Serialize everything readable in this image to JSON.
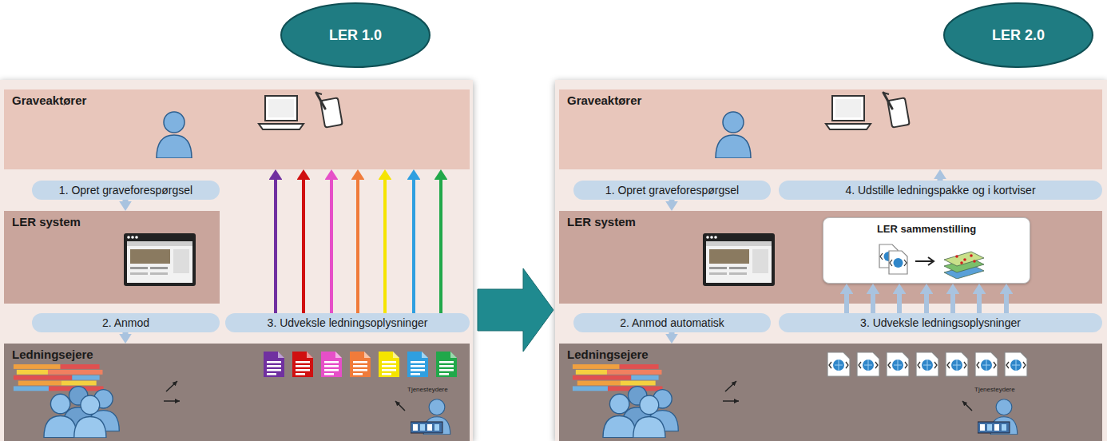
{
  "diagram": {
    "nodes": [
      {
        "text": [
          "LER 1.0"
        ]
      },
      {
        "text": [
          "Graveaktører"
        ]
      },
      {
        "text": [
          "1. Opret graveforespørgsel"
        ]
      },
      {
        "text": [
          "LER system"
        ]
      },
      {
        "text": [
          "2. Anmod"
        ]
      },
      {
        "text": [
          "3. Udveksle ledningsoplysninger"
        ]
      },
      {
        "text": [
          "Ledningsejere"
        ]
      },
      {
        "text": [
          "LER 2.0"
        ]
      },
      {
        "text": [
          "Graveaktører"
        ]
      },
      {
        "text": [
          "1. Opret graveforespørgsel"
        ]
      },
      {
        "text": [
          "4. Udstille ledningspakke og i kortviser"
        ]
      },
      {
        "text": [
          "LER system"
        ]
      },
      {
        "text": [
          "LER sammenstilling"
        ],
        "in": 11
      },
      {
        "text": [
          "2. Anmod automatisk"
        ]
      },
      {
        "text": [
          "3. Udveksle ledningsoplysninger"
        ]
      },
      {
        "text": [
          "Ledningsejere"
        ]
      }
    ],
    "edges": [
      {
        "from": 2,
        "to": 3,
        "arrow": "to"
      },
      {
        "from": 4,
        "to": 6,
        "arrow": "to"
      },
      {
        "from": 5,
        "to": 1,
        "arrow": "to"
      },
      {
        "from": 5,
        "to": 1,
        "arrow": "to"
      },
      {
        "from": 5,
        "to": 1,
        "arrow": "to"
      },
      {
        "from": 5,
        "to": 1,
        "arrow": "to"
      },
      {
        "from": 5,
        "to": 1,
        "arrow": "to"
      },
      {
        "from": 5,
        "to": 1,
        "arrow": "to"
      },
      {
        "from": 5,
        "to": 1,
        "arrow": "to"
      },
      {
        "from": 9,
        "to": 11,
        "arrow": "to"
      },
      {
        "from": 10,
        "to": 8,
        "arrow": "to"
      },
      {
        "from": 13,
        "to": 15,
        "arrow": "to"
      },
      {
        "from": 14,
        "to": 12,
        "arrow": "to"
      },
      {
        "from": 14,
        "to": 12,
        "arrow": "to"
      },
      {
        "from": 14,
        "to": 12,
        "arrow": "to"
      },
      {
        "from": 14,
        "to": 12,
        "arrow": "to"
      },
      {
        "from": 14,
        "to": 12,
        "arrow": "to"
      },
      {
        "from": 14,
        "to": 12,
        "arrow": "to"
      },
      {
        "from": 14,
        "to": 12,
        "arrow": "to"
      }
    ],
    "labels": [
      "Tjenesteydere",
      "Tjenesteydere"
    ]
  }
}
